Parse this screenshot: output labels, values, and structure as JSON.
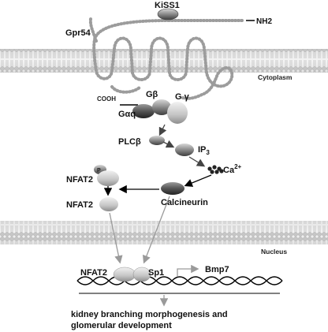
{
  "labels": {
    "kiss1": "KiSS1",
    "nh2": "NH2",
    "gpr54": "Gpr54",
    "cytoplasm": "Cytoplasm",
    "cooh": "COOH",
    "gbeta": "Gβ",
    "ggamma": "G γ",
    "galphaq": "Gαq",
    "plcbeta": "PLCβ",
    "ip3_main": "IP",
    "ip3_sub": "3",
    "ca_main": "Ca",
    "ca_sup": "2+",
    "p": "P",
    "nfat2_phospho": "NFAT2",
    "nfat2_active": "NFAT2",
    "calcineurin": "Calcineurin",
    "nucleus": "Nucleus",
    "nfat2_dna": "NFAT2",
    "sp1": "Sp1",
    "bmp7": "Bmp7",
    "outcome_line1": "kidney branching morphogenesis and",
    "outcome_line2": "glomerular development"
  },
  "colors": {
    "membrane": "#c9c9c9",
    "protein_dark": "#5a5a5a",
    "protein_light": "#d0d0d0",
    "arrow_black": "#000000",
    "arrow_gray": "#9a9a9a",
    "dna": "#000000"
  }
}
